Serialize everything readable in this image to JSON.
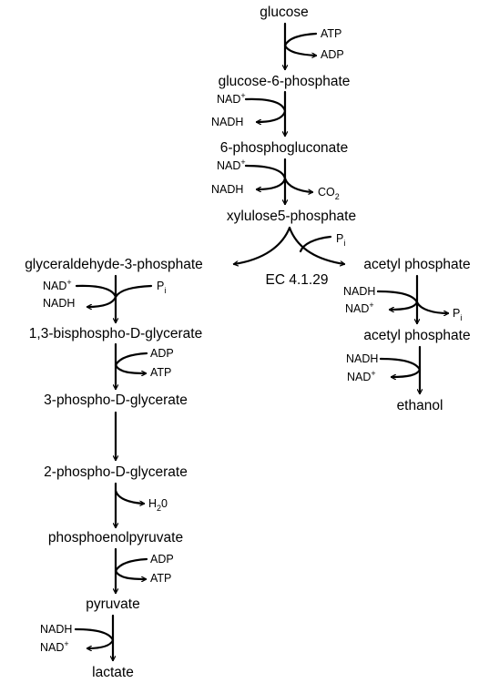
{
  "metabolites": {
    "glucose": "glucose",
    "g6p": "glucose-6-phosphate",
    "pg6": "6-phosphogluconate",
    "x5p": "xylulose5-phosphate",
    "g3p": "glyceraldehyde-3-phosphate",
    "bpg": "1,3-bisphospho-D-glycerate",
    "pg3": "3-phospho-D-glycerate",
    "pg2": "2-phospho-D-glycerate",
    "pep": "phosphoenolpyruvate",
    "pyruvate": "pyruvate",
    "lactate": "lactate",
    "acp1": "acetyl phosphate",
    "acp2": "acetyl phosphate",
    "ethanol": "ethanol"
  },
  "enzyme": "EC 4.1.29",
  "cofactors": {
    "atp": "ATP",
    "adp": "ADP",
    "nad": "NAD",
    "nadh": "NADH",
    "co": "CO",
    "co_sub": "2",
    "p": "P",
    "p_sub": "i",
    "h": "H",
    "h_sub": "2",
    "h_o": "0",
    "plus": "+"
  }
}
